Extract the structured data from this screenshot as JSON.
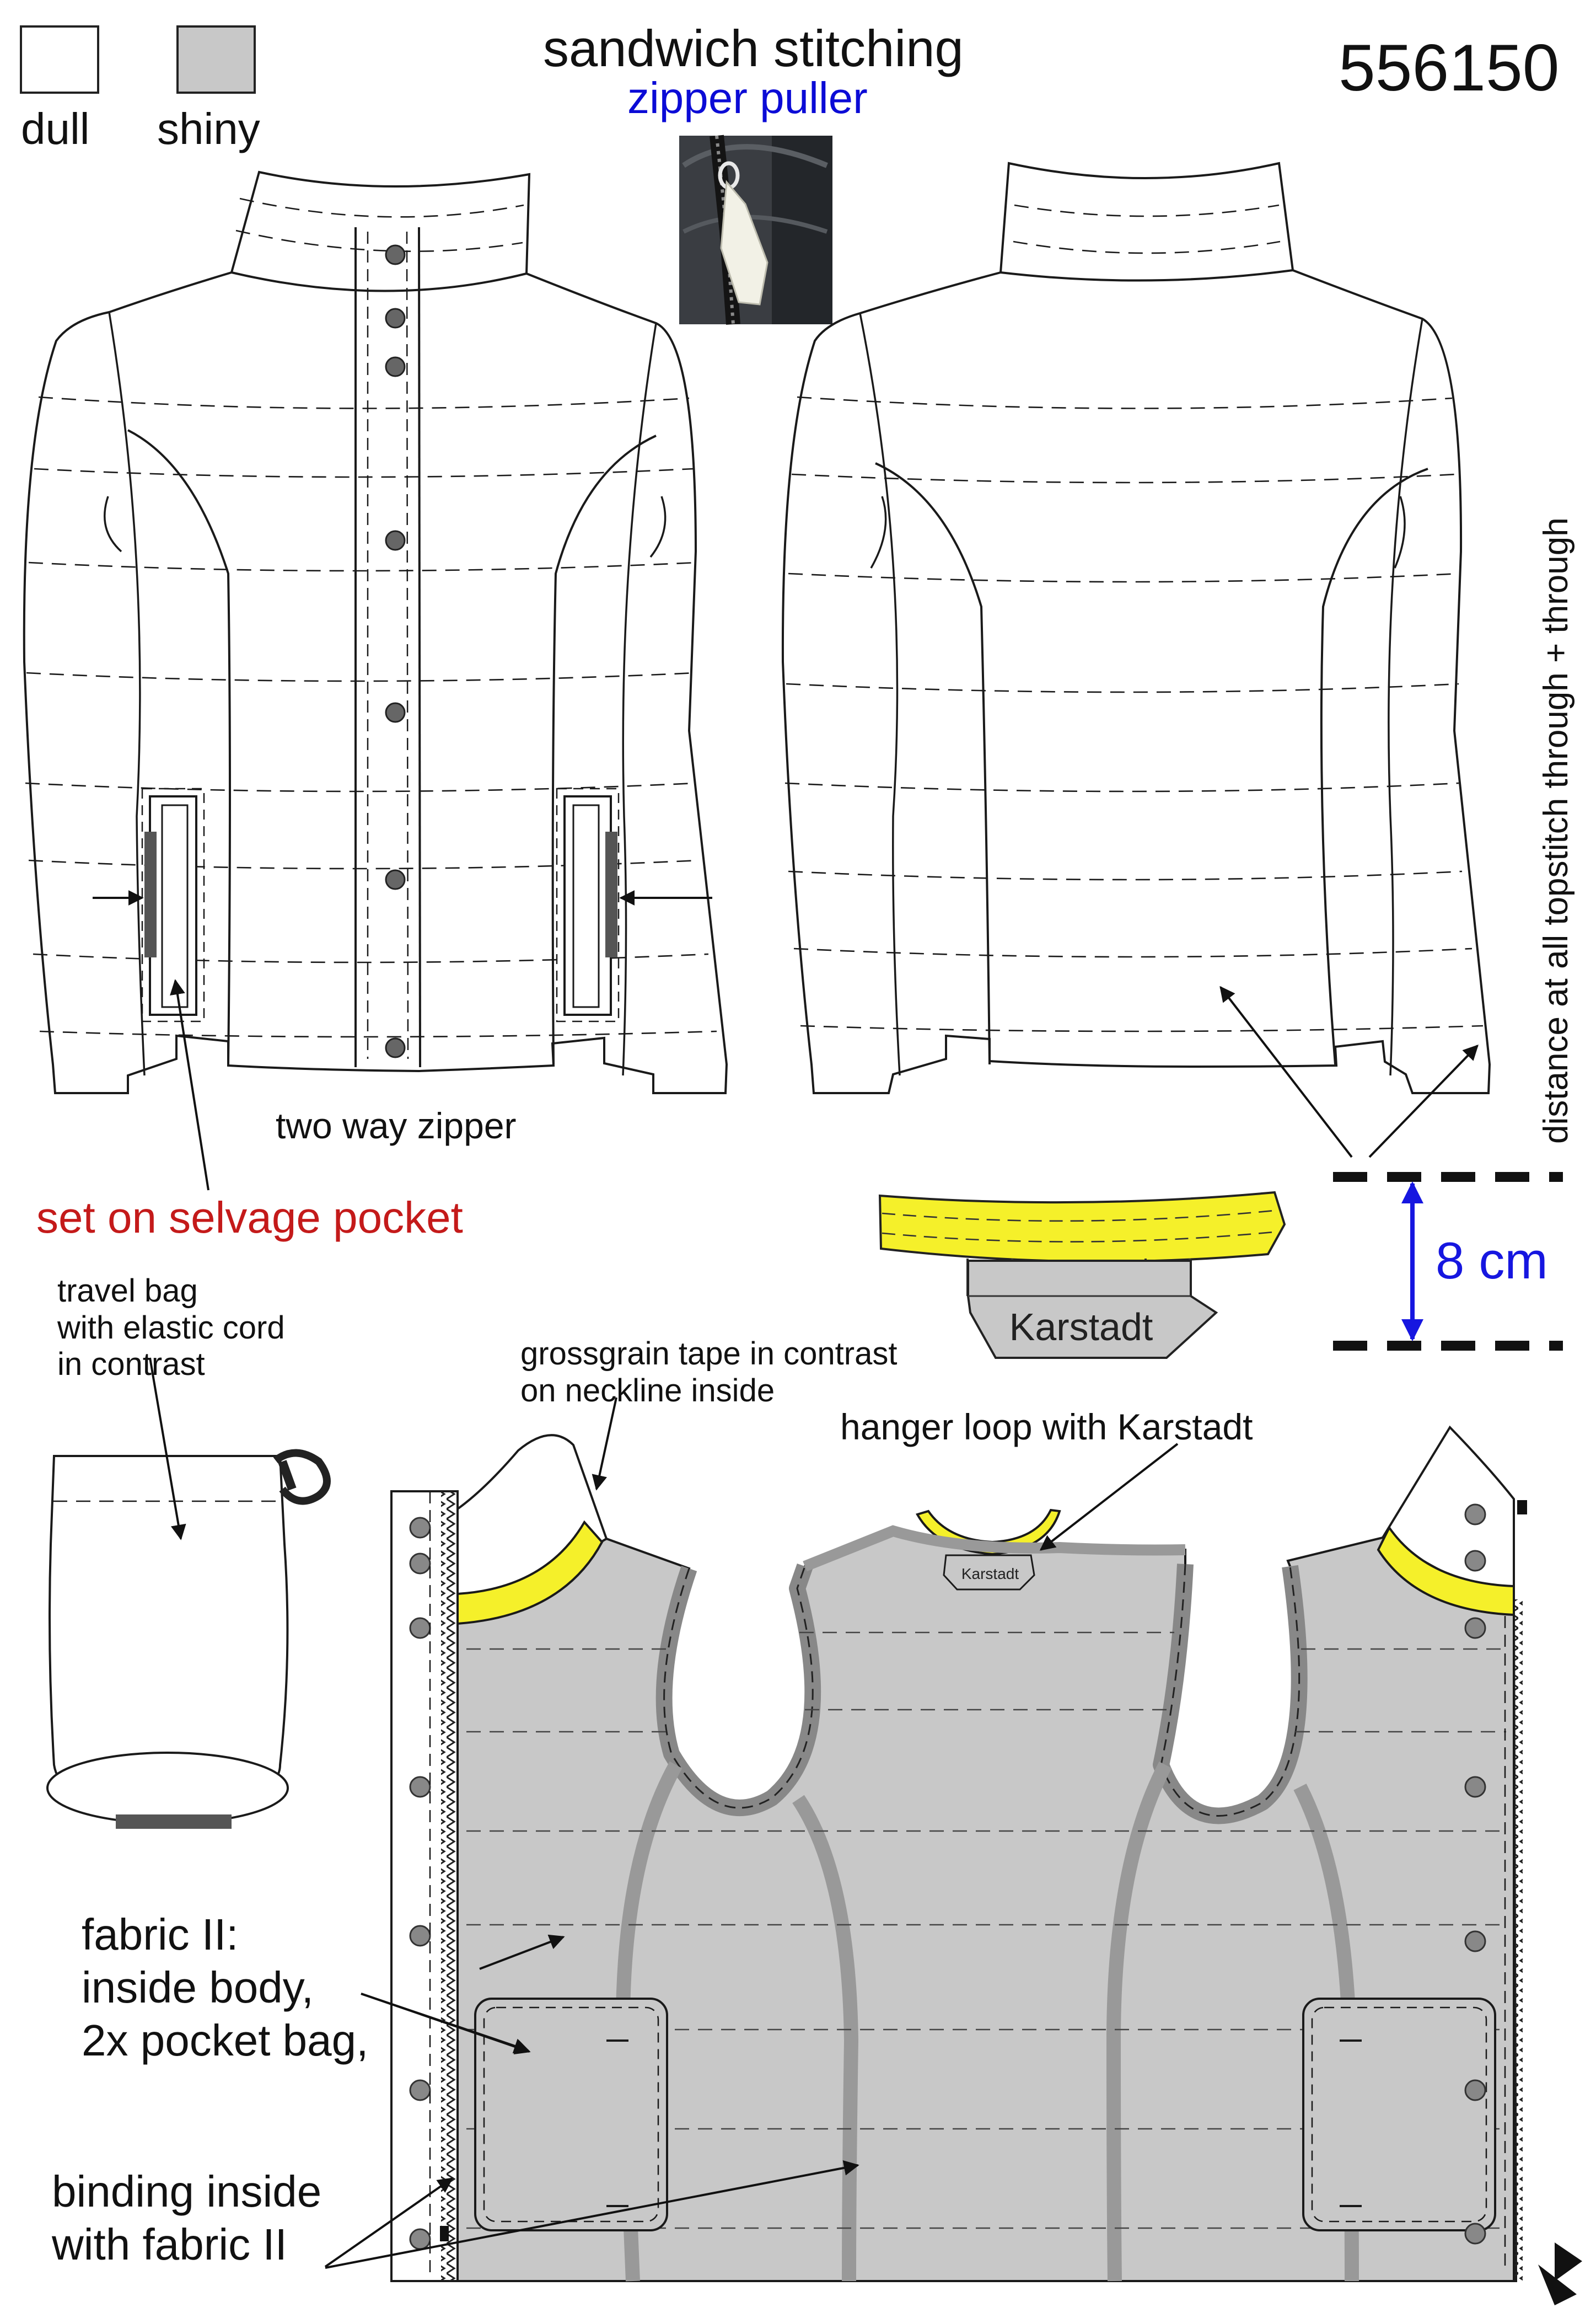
{
  "legend": {
    "dull": "dull",
    "shiny": "shiny",
    "dull_color": "#ffffff",
    "shiny_color": "#c8c8c8"
  },
  "header": {
    "title": "sandwich stitching",
    "subtitle": "zipper puller",
    "article_number": "556150"
  },
  "labels": {
    "two_way_zipper": "two way zipper",
    "pocket": "set on selvage pocket",
    "topstitch_distance": "distance at all topstitch through + through",
    "measurement": "8 cm",
    "travel_bag": [
      "travel bag",
      "with elastic cord",
      "in contrast"
    ],
    "grosgrain": [
      "grossgrain tape in contrast",
      "on neckline inside"
    ],
    "hanger_loop": "hanger loop with Karstadt",
    "karstadt_label": "Karstadt",
    "fabric_ii": [
      "fabric II:",
      "inside body,",
      "2x pocket bag,"
    ],
    "binding": [
      "binding inside",
      "with fabric II"
    ]
  },
  "colors": {
    "line": "#1a1a1a",
    "inside_fill": "#c8c8c8",
    "tape_yellow": "#f5f02a",
    "label_red": "#c41a1a",
    "label_blue": "#0b0bd6",
    "measure_arrow": "#1616e0",
    "button": "#666666",
    "weft": "#555555"
  },
  "icons": [
    "zipper-puller-photo",
    "snap-button-icon",
    "arrow-icon"
  ]
}
